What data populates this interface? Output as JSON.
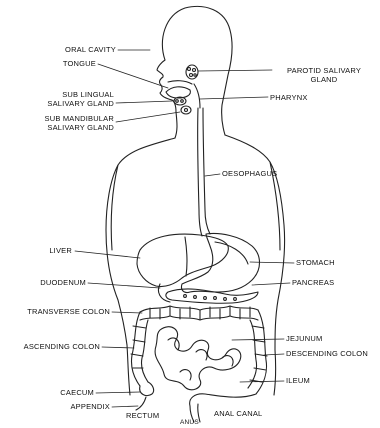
{
  "labels": {
    "oral_cavity": "ORAL CAVITY",
    "tongue": "TONGUE",
    "sub_lingual": "SUB LINGUAL\nSALIVARY GLAND",
    "sub_mandibular": "SUB MANDIBULAR\nSALIVARY GLAND",
    "parotid": "PAROTID SALIVARY\nGLAND",
    "pharynx": "PHARYNX",
    "oesophagus": "OESOPHAGUS",
    "liver": "LIVER",
    "stomach": "STOMACH",
    "pancreas": "PANCREAS",
    "duodenum": "DUODENUM",
    "transverse_colon": "TRANSVERSE COLON",
    "ascending_colon": "ASCENDING COLON",
    "jejunum": "JEJUNUM",
    "descending_colon": "DESCENDING COLON",
    "ileum": "ILEUM",
    "caecum": "CAECUM",
    "appendix": "APPENDIX",
    "rectum": "RECTUM",
    "anal_canal": "ANAL CANAL",
    "anus": "ANUS"
  }
}
